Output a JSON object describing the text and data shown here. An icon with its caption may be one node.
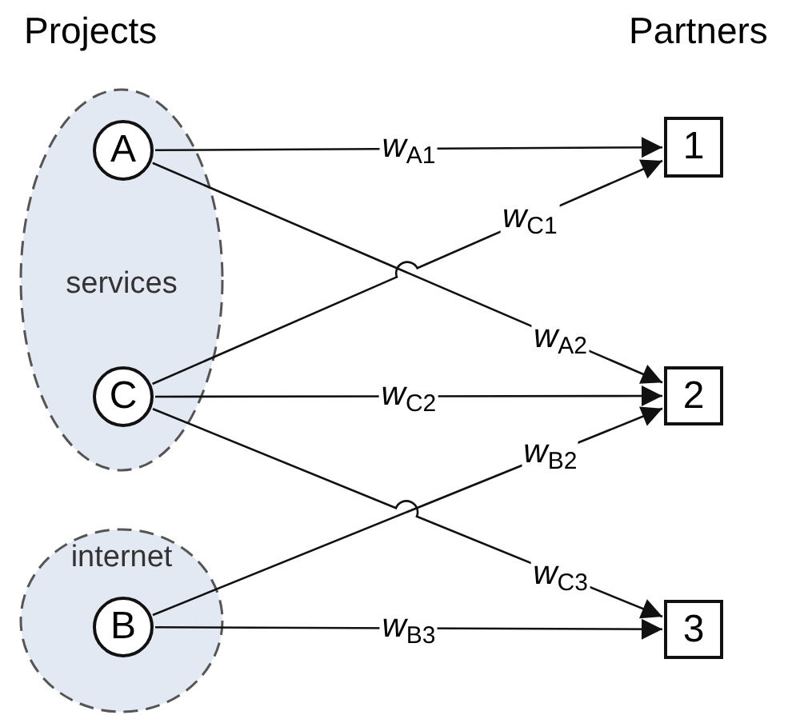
{
  "diagram": {
    "nodes": [
      {
        "text": [
          "services"
        ]
      },
      {
        "text": [
          "A"
        ],
        "in": 0
      },
      {
        "text": [
          "C"
        ],
        "in": 0
      },
      {
        "text": [
          "internet"
        ]
      },
      {
        "text": [
          "B"
        ],
        "in": 3
      },
      {
        "text": [
          "1"
        ]
      },
      {
        "text": [
          "2"
        ]
      },
      {
        "text": [
          "3"
        ]
      }
    ],
    "edges": [
      {
        "from": 1,
        "to": 5,
        "arrow": "to",
        "label": "*w*$_{A1}$"
      },
      {
        "from": 1,
        "to": 6,
        "arrow": "to",
        "label": "*w*$_{A2}$"
      },
      {
        "from": 4,
        "to": 6,
        "arrow": "to",
        "label": "*w*$_{B2}$"
      },
      {
        "from": 4,
        "to": 7,
        "arrow": "to",
        "label": "*w*$_{B3}$"
      },
      {
        "from": 2,
        "to": 5,
        "arrow": "to",
        "label": "*w*$_{C1}$"
      },
      {
        "from": 2,
        "to": 6,
        "arrow": "to",
        "label": "*w*$_{C2}$"
      },
      {
        "from": 2,
        "to": 7,
        "arrow": "to",
        "label": "*w*$_{C3}$"
      }
    ],
    "labels": [
      "Projects",
      "Partners"
    ]
  }
}
